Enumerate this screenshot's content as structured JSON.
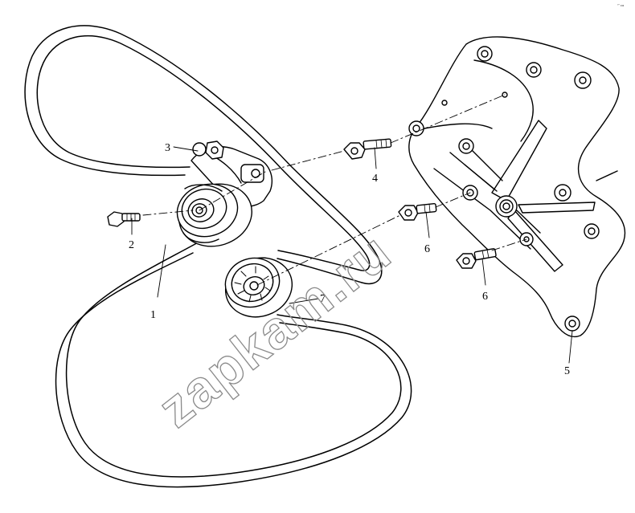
{
  "diagram": {
    "watermark": "zapkam.ru",
    "corner_mark": "°˜ •••",
    "callouts": [
      {
        "id": "belt",
        "label": "1"
      },
      {
        "id": "bolt-tensioner",
        "label": "2"
      },
      {
        "id": "tensioner",
        "label": "3"
      },
      {
        "id": "bolt-long",
        "label": "4"
      },
      {
        "id": "bracket",
        "label": "5"
      },
      {
        "id": "bolt-mid",
        "label": "6"
      },
      {
        "id": "bolt-lower",
        "label": "6"
      },
      {
        "id": "idler-pulley",
        "label": "7"
      }
    ]
  }
}
